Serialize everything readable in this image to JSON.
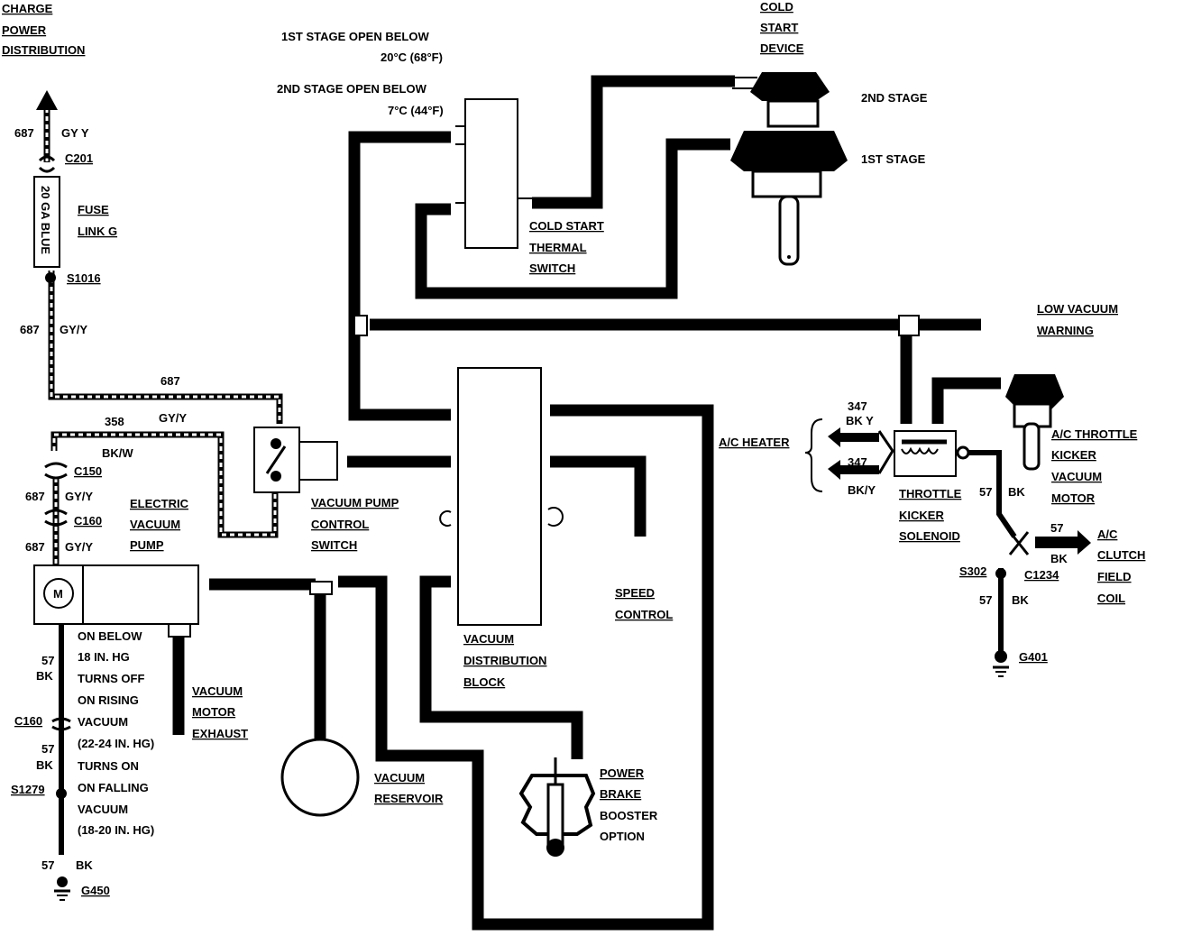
{
  "labels": {
    "charge_power": [
      "CHARGE",
      "POWER",
      "DISTRIBUTION"
    ],
    "stage1_open": "1ST STAGE OPEN BELOW",
    "stage1_temp": "20°C (68°F)",
    "stage2_open": "2ND STAGE OPEN BELOW",
    "stage2_temp": "7°C (44°F)",
    "cold_start_device": [
      "COLD",
      "START",
      "DEVICE"
    ],
    "second_stage": "2ND STAGE",
    "first_stage": "1ST STAGE",
    "cold_start_switch": [
      "COLD START",
      "THERMAL",
      "SWITCH"
    ],
    "low_vacuum": [
      "LOW VACUUM",
      "WARNING"
    ],
    "wire_687_top": "687",
    "gyy_top": "GY Y",
    "c201": "C201",
    "fuse_text": "20 GA BLUE",
    "fuse_link": [
      "FUSE",
      "LINK G"
    ],
    "s1016": "S1016",
    "wire_687_mid": "687",
    "gyy_mid": "GY/Y",
    "wire_687_horiz": "687",
    "wire_358": "358",
    "gyy_358": "GY/Y",
    "bkw": "BK/W",
    "c150": "C150",
    "wire_687_c150": "687",
    "gyy_c150": "GY/Y",
    "c160_top": "C160",
    "wire_687_pump": "687",
    "gyy_pump": "GY/Y",
    "electric_pump": [
      "ELECTRIC",
      "VACUUM",
      "PUMP"
    ],
    "pump_switch": [
      "VACUUM PUMP",
      "CONTROL",
      "SWITCH"
    ],
    "motor_letter": "M",
    "pump_notes": [
      "ON BELOW",
      "18 IN. HG",
      "TURNS OFF",
      "ON RISING",
      "VACUUM",
      "(22-24 IN. HG)",
      "TURNS ON",
      "ON FALLING",
      "VACUUM",
      "(18-20 IN. HG)"
    ],
    "wire_57_a": "57",
    "bk_a": "BK",
    "c160_bottom": "C160",
    "wire_57_b": "57",
    "bk_b": "BK",
    "s1279": "S1279",
    "wire_57_c": "57",
    "bk_c": "BK",
    "g450": "G450",
    "motor_exhaust": [
      "VACUUM",
      "MOTOR",
      "EXHAUST"
    ],
    "reservoir": [
      "VACUUM",
      "RESERVOIR"
    ],
    "distribution_block": [
      "VACUUM",
      "DISTRIBUTION",
      "BLOCK"
    ],
    "speed_control": [
      "SPEED",
      "CONTROL"
    ],
    "brake_booster": [
      "POWER",
      "BRAKE",
      "BOOSTER",
      "OPTION"
    ],
    "ac_heater": "A/C HEATER",
    "wire_347_a": "347",
    "bky_a": "BK Y",
    "wire_347_b": "347",
    "bky_b": "BK/Y",
    "kicker_solenoid": [
      "THROTTLE",
      "KICKER",
      "SOLENOID"
    ],
    "wire_57_sol": "57",
    "bk_sol": "BK",
    "kicker_motor": [
      "A/C THROTTLE",
      "KICKER",
      "VACUUM",
      "MOTOR"
    ],
    "wire_57_clutch": "57",
    "bk_clutch": "BK",
    "ac_clutch": [
      "A/C",
      "CLUTCH",
      "FIELD",
      "COIL"
    ],
    "s302": "S302",
    "c1234": "C1234",
    "wire_57_g401": "57",
    "bk_g401": "BK",
    "g401": "G401"
  },
  "icons": [
    "up-arrow-icon",
    "connector-icon",
    "ground-icon",
    "motor-icon",
    "left-double-arrow-icon",
    "right-double-arrow-icon",
    "brace-icon"
  ]
}
